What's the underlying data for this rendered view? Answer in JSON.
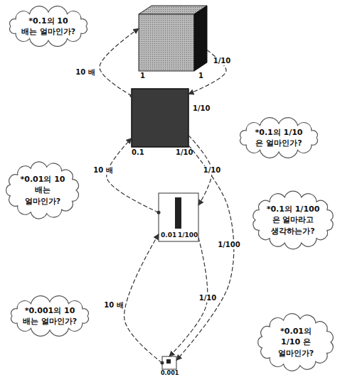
{
  "diagram": {
    "nodes": [
      {
        "text": [
          "1",
          "1"
        ]
      },
      {
        "text": [
          "0.1",
          "1/10",
          "1/10"
        ]
      },
      {
        "text": [
          "0.01",
          "1/100"
        ]
      },
      {
        "text": [
          "0.001"
        ]
      },
      {
        "text": [
          "*0.1의 10 배는 얼마인가?"
        ]
      },
      {
        "text": [
          "*0.01의 10 배는 얼마인가?"
        ]
      },
      {
        "text": [
          "*0.001의 10 배는 얼마인가?"
        ]
      },
      {
        "text": [
          "*0.1의 1/10 은 얼마인가?"
        ]
      },
      {
        "text": [
          "*0.1의 1/100 은 얼마라고 생각하는가?"
        ]
      },
      {
        "text": [
          "*0.01의 1/10 은 얼마인가?"
        ]
      }
    ],
    "edges": [
      {
        "from": 0,
        "to": 1,
        "arrow": "to",
        "label": "1/10"
      },
      {
        "from": 1,
        "to": 0,
        "arrow": "to",
        "label": "10 배"
      },
      {
        "from": 1,
        "to": 2,
        "arrow": "to",
        "label": "1/10"
      },
      {
        "from": 2,
        "to": 1,
        "arrow": "to",
        "label": "10 배"
      },
      {
        "from": 1,
        "to": 3,
        "arrow": "to",
        "label": "1/100"
      },
      {
        "from": 2,
        "to": 3,
        "arrow": "to",
        "label": "1/10"
      },
      {
        "from": 3,
        "to": 2,
        "arrow": "to",
        "label": "10 배"
      }
    ]
  }
}
